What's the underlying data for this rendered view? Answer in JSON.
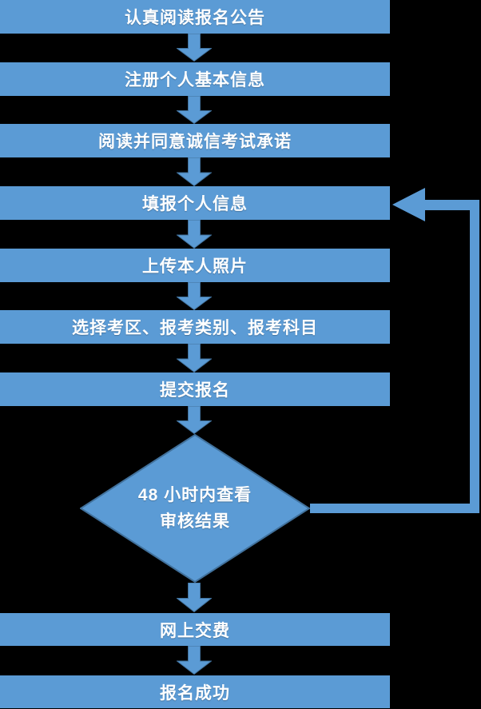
{
  "colors": {
    "background": "#000000",
    "shape_fill": "#5b9bd5",
    "shape_border": "#41719c",
    "text_color": "#ffffff"
  },
  "flowchart": {
    "type": "flowchart",
    "steps": [
      "认真阅读报名公告",
      "注册个人基本信息",
      "阅读并同意诚信考试承诺",
      "填报个人信息",
      "上传本人照片",
      "选择考区、报考类别、报考科目",
      "提交报名"
    ],
    "decision": {
      "line1": "48 小时内查看",
      "line2": "审核结果"
    },
    "final_steps": [
      "网上交费",
      "报名成功"
    ]
  }
}
